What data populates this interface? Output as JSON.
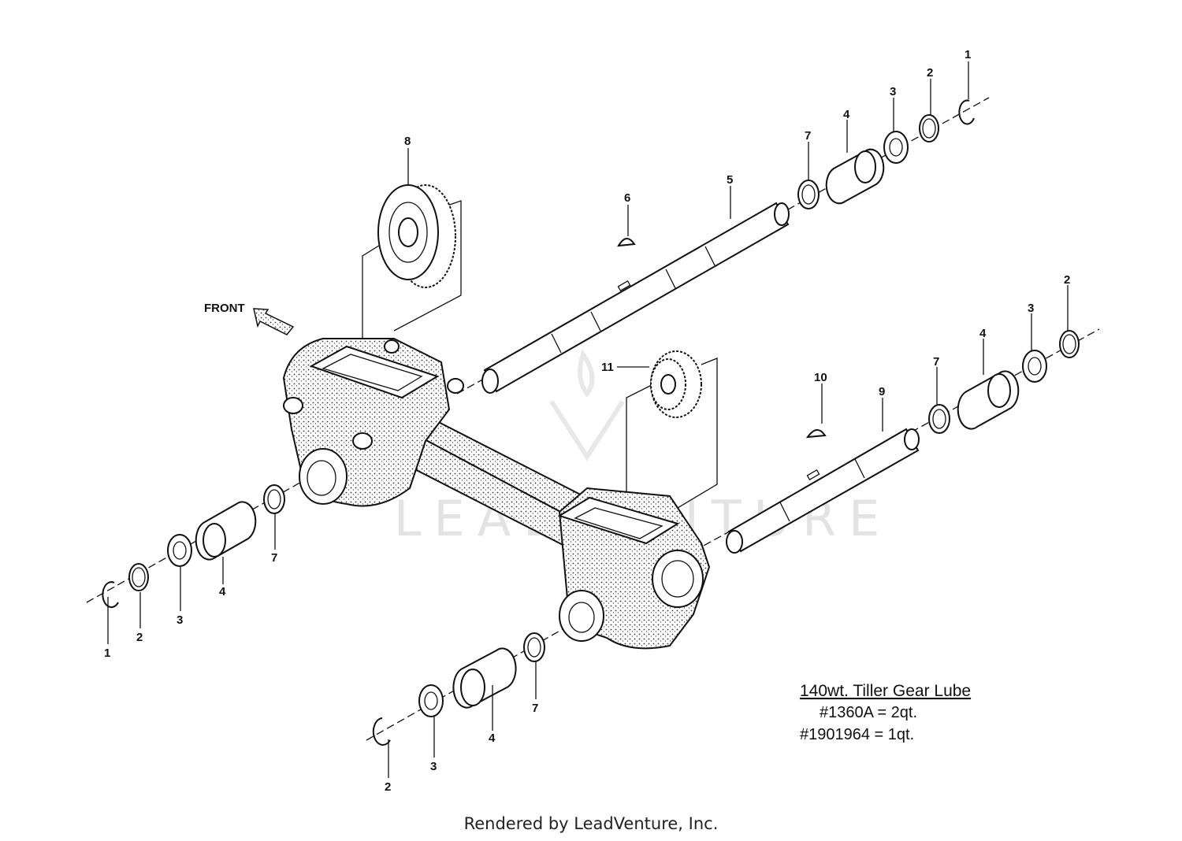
{
  "front_label": "FRONT",
  "watermark_text": "LEADVENTURE",
  "callouts": {
    "c_top_1": "1",
    "c_top_2": "2",
    "c_top_3": "3",
    "c_top_4": "4",
    "c_top_7": "7",
    "c_top_5": "5",
    "c_top_6": "6",
    "c_top_8": "8",
    "c_mid_2": "2",
    "c_mid_3": "3",
    "c_mid_4": "4",
    "c_mid_7": "7",
    "c_mid_9": "9",
    "c_mid_10": "10",
    "c_mid_11": "11",
    "c_left_1": "1",
    "c_left_2": "2",
    "c_left_3": "3",
    "c_left_4": "4",
    "c_left_7": "7",
    "c_bot_2": "2",
    "c_bot_3": "3",
    "c_bot_4": "4",
    "c_bot_7": "7"
  },
  "lube_note": {
    "title": "140wt. Tiller Gear Lube",
    "line1": "#1360A = 2qt.",
    "line2": "#1901964 = 1qt."
  },
  "footer": "Rendered by LeadVenture, Inc."
}
